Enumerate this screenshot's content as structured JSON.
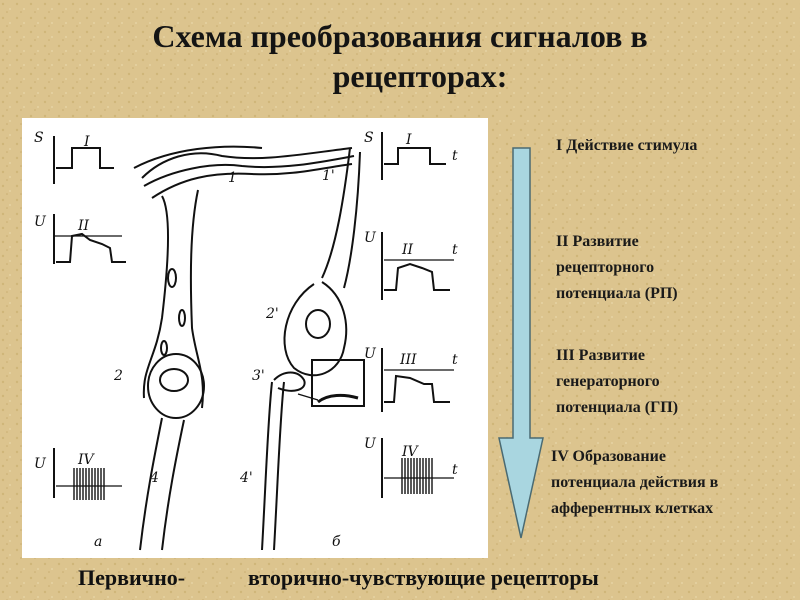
{
  "title_line1": "Схема преобразования сигналов в",
  "title_line2": "рецепторах:",
  "steps": [
    {
      "lines": [
        "I Действие стимула"
      ]
    },
    {
      "lines": [
        "II Развитие",
        "рецепторного",
        "потенциала (РП)"
      ]
    },
    {
      "lines": [
        "III Развитие",
        "генераторного",
        "потенциала (ГП)"
      ]
    },
    {
      "lines": [
        "IV Образование",
        "потенциала действия в",
        "афферентных клетках"
      ]
    }
  ],
  "caption_left": "Первично-",
  "caption_right": "вторично-чувствующие рецепторы",
  "figure": {
    "axis_s": "S",
    "axis_u": "U",
    "axis_t": "t",
    "roman": [
      "I",
      "II",
      "III",
      "IV"
    ],
    "cell_labels_a": [
      "1",
      "2",
      "4"
    ],
    "cell_labels_b": [
      "1'",
      "2'",
      "3'",
      "4'"
    ],
    "panel_a": "а",
    "panel_b": "б"
  },
  "colors": {
    "background": "#dcc48e",
    "arrow_fill": "#a9d6e0",
    "text": "#1a1a1a"
  }
}
